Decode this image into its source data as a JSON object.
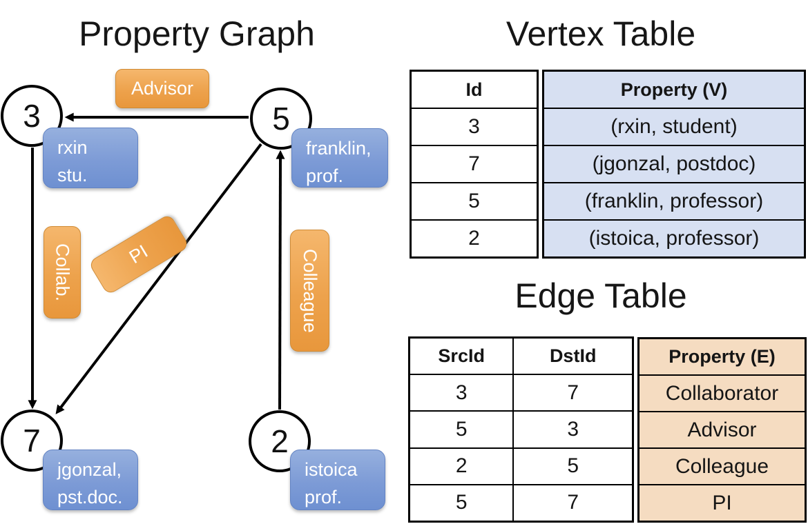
{
  "panel_titles": {
    "graph": "Property Graph",
    "vertex_table": "Vertex Table",
    "edge_table": "Edge Table"
  },
  "graph": {
    "vertices": [
      {
        "id": "3",
        "property_lines": [
          "rxin",
          "stu."
        ]
      },
      {
        "id": "5",
        "property_lines": [
          "franklin,",
          "prof."
        ]
      },
      {
        "id": "7",
        "property_lines": [
          "jgonzal,",
          "pst.doc."
        ]
      },
      {
        "id": "2",
        "property_lines": [
          "istoica",
          "prof."
        ]
      }
    ],
    "edge_labels": [
      "Advisor",
      "Collab.",
      "PI",
      "Colleague"
    ]
  },
  "vertex_table": {
    "headers": [
      "Id",
      "Property (V)"
    ],
    "rows": [
      [
        "3",
        "(rxin, student)"
      ],
      [
        "7",
        "(jgonzal, postdoc)"
      ],
      [
        "5",
        "(franklin, professor)"
      ],
      [
        "2",
        "(istoica, professor)"
      ]
    ]
  },
  "edge_table": {
    "headers": [
      "SrcId",
      "DstId",
      "Property (E)"
    ],
    "rows": [
      [
        "3",
        "7",
        "Collaborator"
      ],
      [
        "5",
        "3",
        "Advisor"
      ],
      [
        "2",
        "5",
        "Colleague"
      ],
      [
        "5",
        "7",
        "PI"
      ]
    ]
  },
  "colors": {
    "edge_label_fill": "#eda24c",
    "vertex_label_fill": "#7d9bd6",
    "vertex_property_cell_bg": "#d7e0f2",
    "edge_property_cell_bg": "#f5dcc1",
    "line_stroke": "#000000",
    "label_text": "#ffffff"
  }
}
